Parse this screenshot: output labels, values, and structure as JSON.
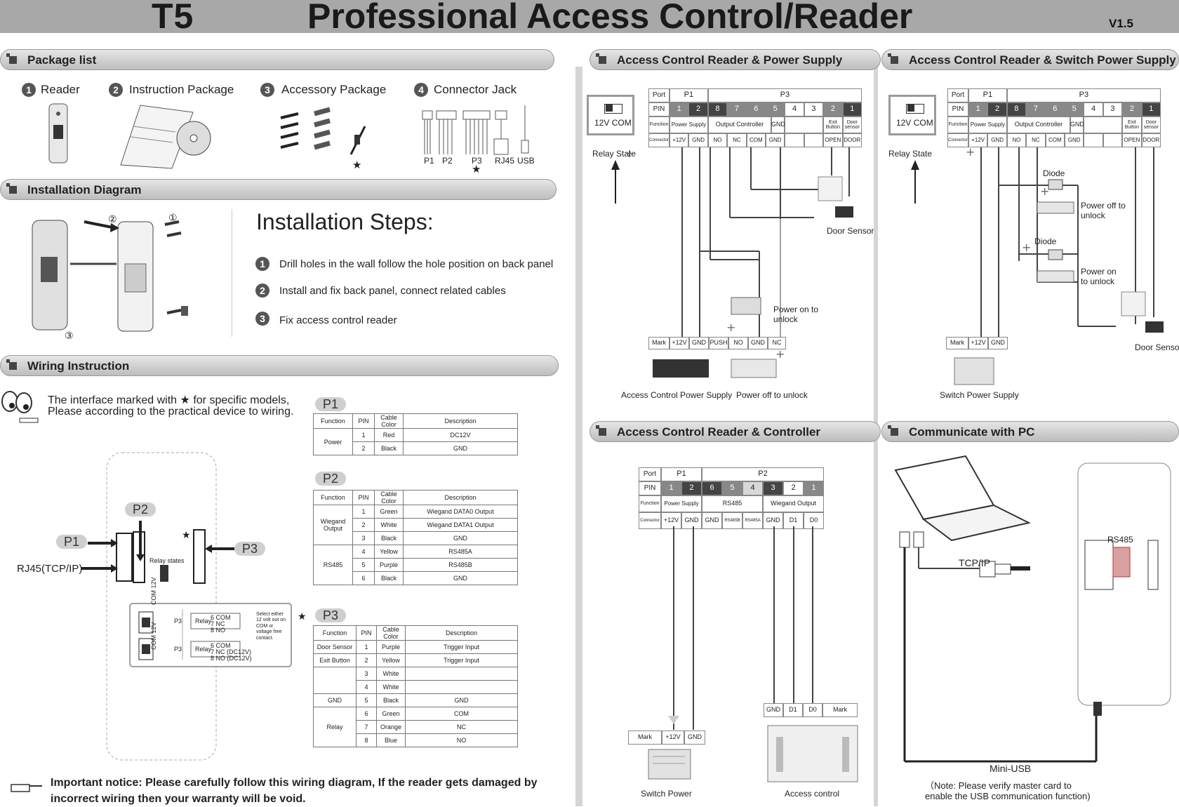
{
  "header": {
    "model": "T5",
    "title": "Professional Access Control/Reader",
    "version": "V1.5"
  },
  "package": {
    "title": "Package list",
    "items": [
      {
        "n": "1",
        "label": "Reader"
      },
      {
        "n": "2",
        "label": "Instruction Package"
      },
      {
        "n": "3",
        "label": "Accessory Package"
      },
      {
        "n": "4",
        "label": "Connector Jack"
      }
    ],
    "jacks": [
      "P1",
      "P2",
      "P3",
      "RJ45",
      "USB"
    ],
    "star": "★"
  },
  "install": {
    "title": "Installation Diagram",
    "steps_title": "Installation Steps:",
    "callouts": [
      "②",
      "①",
      "③"
    ],
    "steps": [
      {
        "n": "1",
        "text": "Drill holes in the wall follow the hole position on back panel"
      },
      {
        "n": "2",
        "text": "Install and fix back panel, connect related cables"
      },
      {
        "n": "3",
        "text": "Fix access control reader"
      }
    ]
  },
  "wiring": {
    "title": "Wiring Instruction",
    "note1a": "The interface marked with",
    "note1b": "for specific models,",
    "note2": "Please according to the practical device to wiring.",
    "labels": {
      "p1": "P1",
      "p2": "P2",
      "p3": "P3",
      "rj45": "RJ45(TCP/IP)",
      "relay": "Relay states"
    },
    "relay_box": {
      "p3": "P3",
      "relay": "Relay",
      "com12v": "COM 12V",
      "rows1": [
        [
          "6",
          "COM"
        ],
        [
          "7",
          "NC"
        ],
        [
          "8",
          "NO"
        ]
      ],
      "rows2": [
        [
          "6",
          "COM"
        ],
        [
          "7",
          "NC (DC12V)"
        ],
        [
          "8",
          "NO (DC12V)"
        ]
      ],
      "note": "Select either 12 volt out on COM or voltage free contact."
    },
    "notice": "Important notice: Please carefully follow this wiring diagram, If the reader gets damaged by incorrect wiring then your warranty will be void."
  },
  "tables": {
    "p1": {
      "tag": "P1",
      "headers": [
        "Function",
        "PIN",
        "Cable Color",
        "Description"
      ],
      "rows": [
        [
          "Power",
          "1",
          "Red",
          "DC12V"
        ],
        [
          "",
          "2",
          "Black",
          "GND"
        ]
      ]
    },
    "p2": {
      "tag": "P2",
      "headers": [
        "Function",
        "PIN",
        "Cable Color",
        "Description"
      ],
      "rows": [
        [
          "Wiegand Output",
          "1",
          "Green",
          "Wiegand DATA0 Output"
        ],
        [
          "",
          "2",
          "White",
          "Wiegand DATA1 Output"
        ],
        [
          "",
          "3",
          "Black",
          "GND"
        ],
        [
          "RS485",
          "4",
          "Yellow",
          "RS485A"
        ],
        [
          "",
          "5",
          "Purple",
          "RS485B"
        ],
        [
          "",
          "6",
          "Black",
          "GND"
        ]
      ]
    },
    "p3": {
      "tag": "P3",
      "headers": [
        "Function",
        "PIN",
        "Cable Color",
        "Description"
      ],
      "rows": [
        [
          "Door Sensor",
          "1",
          "Purple",
          "Trigger Input"
        ],
        [
          "Exit Button",
          "2",
          "Yellow",
          "Trigger Input"
        ],
        [
          "",
          "3",
          "White",
          ""
        ],
        [
          "",
          "4",
          "White",
          ""
        ],
        [
          "GND",
          "5",
          "Black",
          "GND"
        ],
        [
          "Relay",
          "6",
          "Green",
          "COM"
        ],
        [
          "",
          "7",
          "Orange",
          "NC"
        ],
        [
          "",
          "8",
          "Blue",
          "NO"
        ]
      ]
    }
  },
  "panel_ps": {
    "title": "Access Control Reader & Power Supply",
    "relay_sw": [
      "12V",
      "COM"
    ],
    "relay_state": "Relay State",
    "grid": {
      "port": "Port",
      "pin": "PIN",
      "function": "Function",
      "connector": "Connector",
      "p1": "P1",
      "p3": "P3",
      "pins": [
        "1",
        "2",
        "8",
        "7",
        "6",
        "5",
        "4",
        "3",
        "2",
        "1"
      ],
      "functions": [
        "Power Supply",
        "Output Controller",
        "GND",
        "Exit Button",
        "Door sensor"
      ],
      "connectors": [
        "+12V",
        "GND",
        "NO",
        "NC",
        "COM",
        "GND",
        "",
        "",
        "OPEN",
        "DOOR"
      ]
    },
    "door_sensor": "Door Sensor",
    "power_on": "Power on to unlock",
    "mark_row": [
      "Mark",
      "+12V",
      "GND",
      "PUSH",
      "NO",
      "GND",
      "NC"
    ],
    "access_ps": "Access Control Power Supply",
    "power_off": "Power off to unlock"
  },
  "panel_sw": {
    "title": "Access Control Reader & Switch Power Supply",
    "relay_sw": [
      "12V",
      "COM"
    ],
    "relay_state": "Relay State",
    "diode1": "Diode",
    "diode2": "Diode",
    "power_off": "Power off to unlock",
    "power_on": "Power on to unlock",
    "door_sensor": "Door Sensor",
    "mark_row": [
      "Mark",
      "+12V",
      "GND"
    ],
    "switch_ps": "Switch Power Supply"
  },
  "panel_ctrl": {
    "title": "Access Control Reader & Controller",
    "grid": {
      "port": "Port",
      "pin": "PIN",
      "function": "Function",
      "connector": "Connector",
      "p1": "P1",
      "p2": "P2",
      "pins": [
        "1",
        "2",
        "6",
        "5",
        "4",
        "3",
        "2",
        "1"
      ],
      "functions": [
        "Power Supply",
        "RS485",
        "Wiegand Output"
      ],
      "connectors": [
        "+12V",
        "GND",
        "GND",
        "RS485B",
        "RS485A",
        "GND",
        "D1",
        "D0"
      ]
    },
    "ctrl_row": [
      "GND",
      "D1",
      "D0",
      "Mark"
    ],
    "sw_row": [
      "Mark",
      "+12V",
      "GND"
    ],
    "switch_power": "Switch Power",
    "access_control": "Access control"
  },
  "panel_pc": {
    "title": "Communicate with PC",
    "tcpip": "TCP/IP",
    "rs485": "RS485",
    "mini_usb": "Mini-USB",
    "note1": "（Note: Please verify master card to",
    "note2": "enable the USB communication function)"
  }
}
